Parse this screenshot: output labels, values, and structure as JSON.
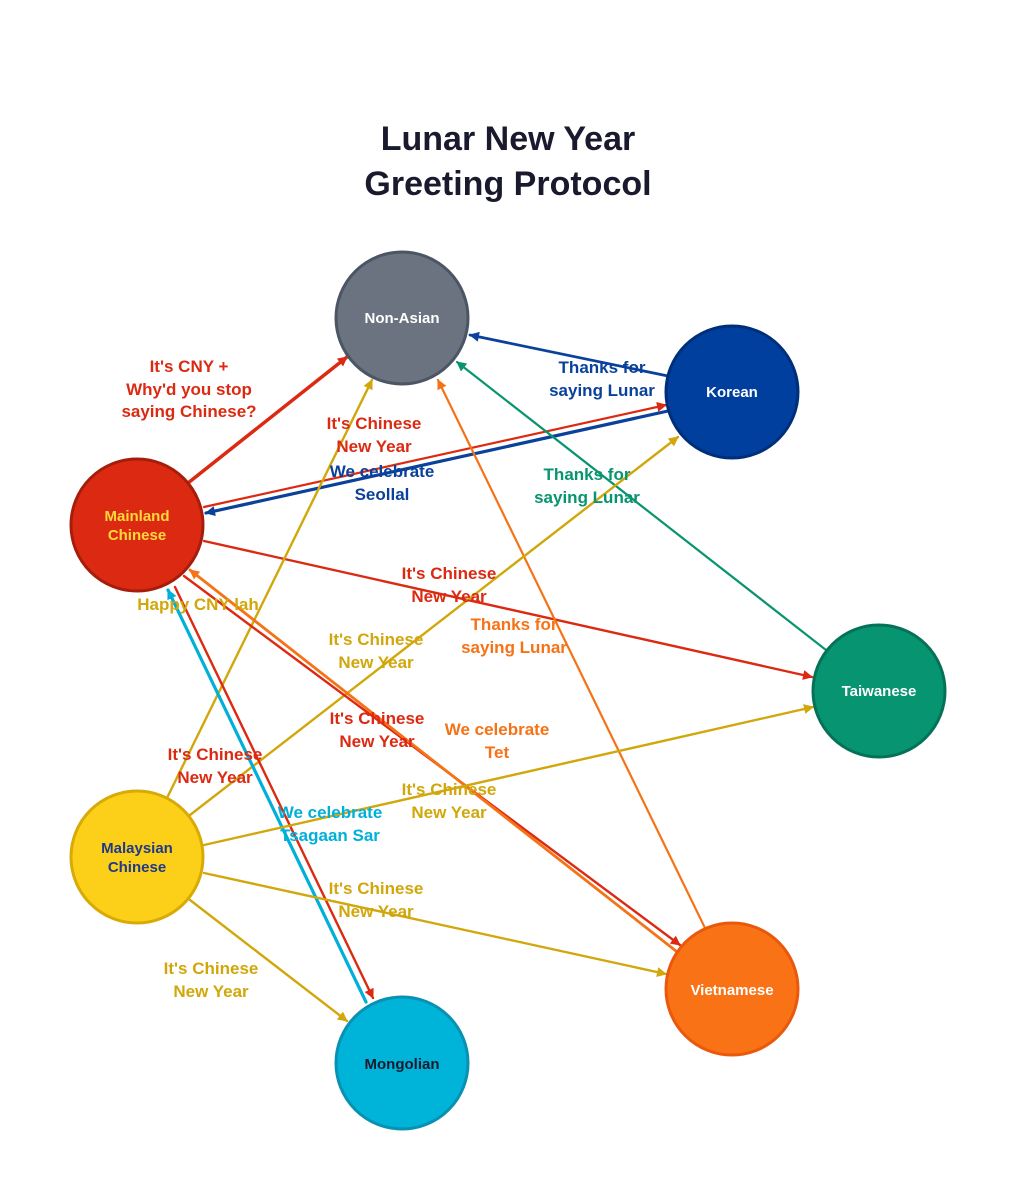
{
  "title": {
    "line1": "Lunar New Year",
    "line2": "Greeting Protocol"
  },
  "colors": {
    "mainland_red": "#dc2a12",
    "korean_blue": "#0a419b",
    "taiwan_green": "#099470",
    "viet_orange": "#f57216",
    "malay_yellow": "#d1a70b",
    "mongol_cyan": "#00b0d8",
    "nonasian_gray": "#6b7280"
  },
  "nodes": {
    "nonasian": {
      "label": "Non-Asian",
      "fill": "#6b7280",
      "stroke": "#4b5563",
      "text_color": "#ffffff"
    },
    "korean": {
      "label": "Korean",
      "fill": "#003f9e",
      "stroke": "#002f7a",
      "text_color": "#ffffff"
    },
    "mainland": {
      "label1": "Mainland",
      "label2": "Chinese",
      "fill": "#dc2a12",
      "stroke": "#a61d0c",
      "text_color": "#ffd83b"
    },
    "taiwanese": {
      "label": "Taiwanese",
      "fill": "#079470",
      "stroke": "#057257",
      "text_color": "#ffffff"
    },
    "malaysian": {
      "label1": "Malaysian",
      "label2": "Chinese",
      "fill": "#fcd019",
      "stroke": "#d8aa05",
      "text_color": "#1f3a8a"
    },
    "vietnamese": {
      "label": "Vietnamese",
      "fill": "#f97316",
      "stroke": "#ea580c",
      "text_color": "#ffffff"
    },
    "mongolian": {
      "label": "Mongolian",
      "fill": "#00b3d9",
      "stroke": "#0891b2",
      "text_color": "#1a1a2e"
    }
  },
  "edges": {
    "mc_na": {
      "line1": "It's CNY +",
      "line2": "Why'd you stop",
      "line3": "saying Chinese?",
      "color": "#dc2a12"
    },
    "mc_kr": {
      "line1": "It's Chinese",
      "line2": "New Year",
      "color": "#dc2a12"
    },
    "kr_mc": {
      "line1": "We celebrate",
      "line2": "Seollal",
      "color": "#0a419b"
    },
    "kr_na": {
      "line1": "Thanks for",
      "line2": "saying Lunar",
      "color": "#0a419b"
    },
    "tw_na": {
      "line1": "Thanks for",
      "line2": "saying Lunar",
      "color": "#099470"
    },
    "mc_tw": {
      "line1": "It's Chinese",
      "line2": "New Year",
      "color": "#dc2a12"
    },
    "vn_na": {
      "line1": "Thanks for",
      "line2": "saying Lunar",
      "color": "#f57216"
    },
    "ma_mc": {
      "line1": "Happy CNY lah",
      "color": "#d1a70b"
    },
    "ma_na": {
      "line1": "It's Chinese",
      "line2": "New Year",
      "color": "#d1a70b"
    },
    "mc_vn": {
      "line1": "It's Chinese",
      "line2": "New Year",
      "color": "#dc2a12"
    },
    "vn_mc": {
      "line1": "We celebrate",
      "line2": "Tet",
      "color": "#f57216"
    },
    "mc_mg": {
      "line1": "It's Chinese",
      "line2": "New Year",
      "color": "#dc2a12"
    },
    "mg_mc": {
      "line1": "We celebrate",
      "line2": "Tsagaan Sar",
      "color": "#00b0d8"
    },
    "ma_tw": {
      "line1": "It's Chinese",
      "line2": "New Year",
      "color": "#d1a70b"
    },
    "ma_vn": {
      "line1": "It's Chinese",
      "line2": "New Year",
      "color": "#d1a70b"
    },
    "ma_mg": {
      "line1": "It's Chinese",
      "line2": "New Year",
      "color": "#d1a70b"
    },
    "ma_kr": {
      "color": "#d1a70b"
    }
  }
}
